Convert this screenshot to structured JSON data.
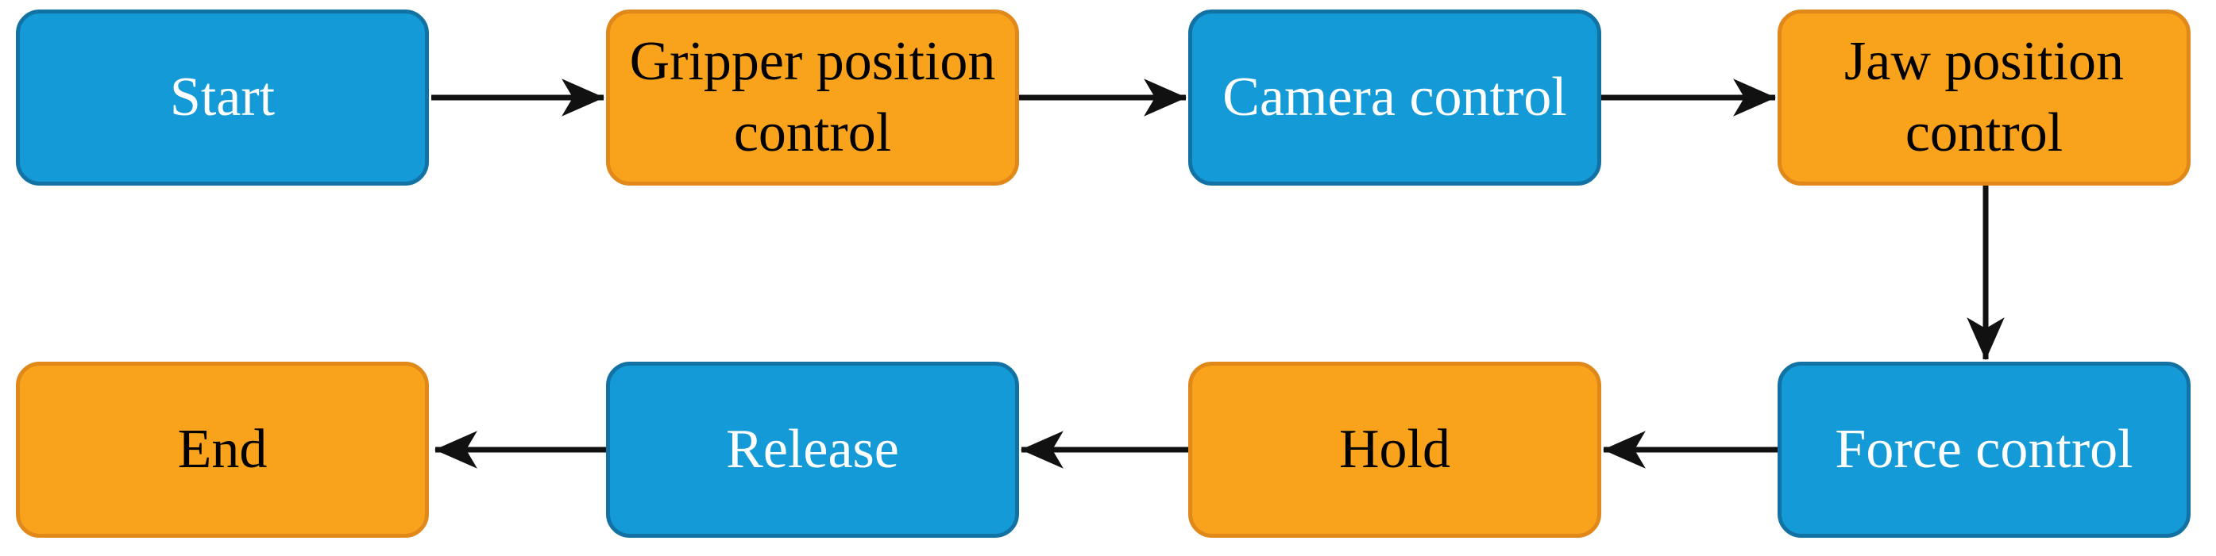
{
  "diagram": {
    "type": "flowchart",
    "nodes": [
      {
        "id": "start",
        "label": "Start",
        "color": "blue"
      },
      {
        "id": "gripper-position-control",
        "label": "Gripper position control",
        "color": "orange"
      },
      {
        "id": "camera-control",
        "label": "Camera control",
        "color": "blue"
      },
      {
        "id": "jaw-position-control",
        "label": "Jaw position control",
        "color": "orange"
      },
      {
        "id": "force-control",
        "label": "Force control",
        "color": "blue"
      },
      {
        "id": "hold",
        "label": "Hold",
        "color": "orange"
      },
      {
        "id": "release",
        "label": "Release",
        "color": "blue"
      },
      {
        "id": "end",
        "label": "End",
        "color": "orange"
      }
    ],
    "edges": [
      {
        "from": "Start",
        "to": "Gripper position control",
        "direction": "right"
      },
      {
        "from": "Gripper position control",
        "to": "Camera control",
        "direction": "right"
      },
      {
        "from": "Camera control",
        "to": "Jaw position control",
        "direction": "right"
      },
      {
        "from": "Jaw position control",
        "to": "Force control",
        "direction": "down"
      },
      {
        "from": "Force control",
        "to": "Hold",
        "direction": "left"
      },
      {
        "from": "Hold",
        "to": "Release",
        "direction": "left"
      },
      {
        "from": "Release",
        "to": "End",
        "direction": "left"
      }
    ],
    "colors": {
      "blue": "#149BD7",
      "blue_border": "#1272A3",
      "orange": "#F9A21B",
      "orange_border": "#E0881A",
      "text_on_blue": "#ffffff",
      "text_on_orange": "#000000",
      "arrow": "#111111"
    }
  }
}
